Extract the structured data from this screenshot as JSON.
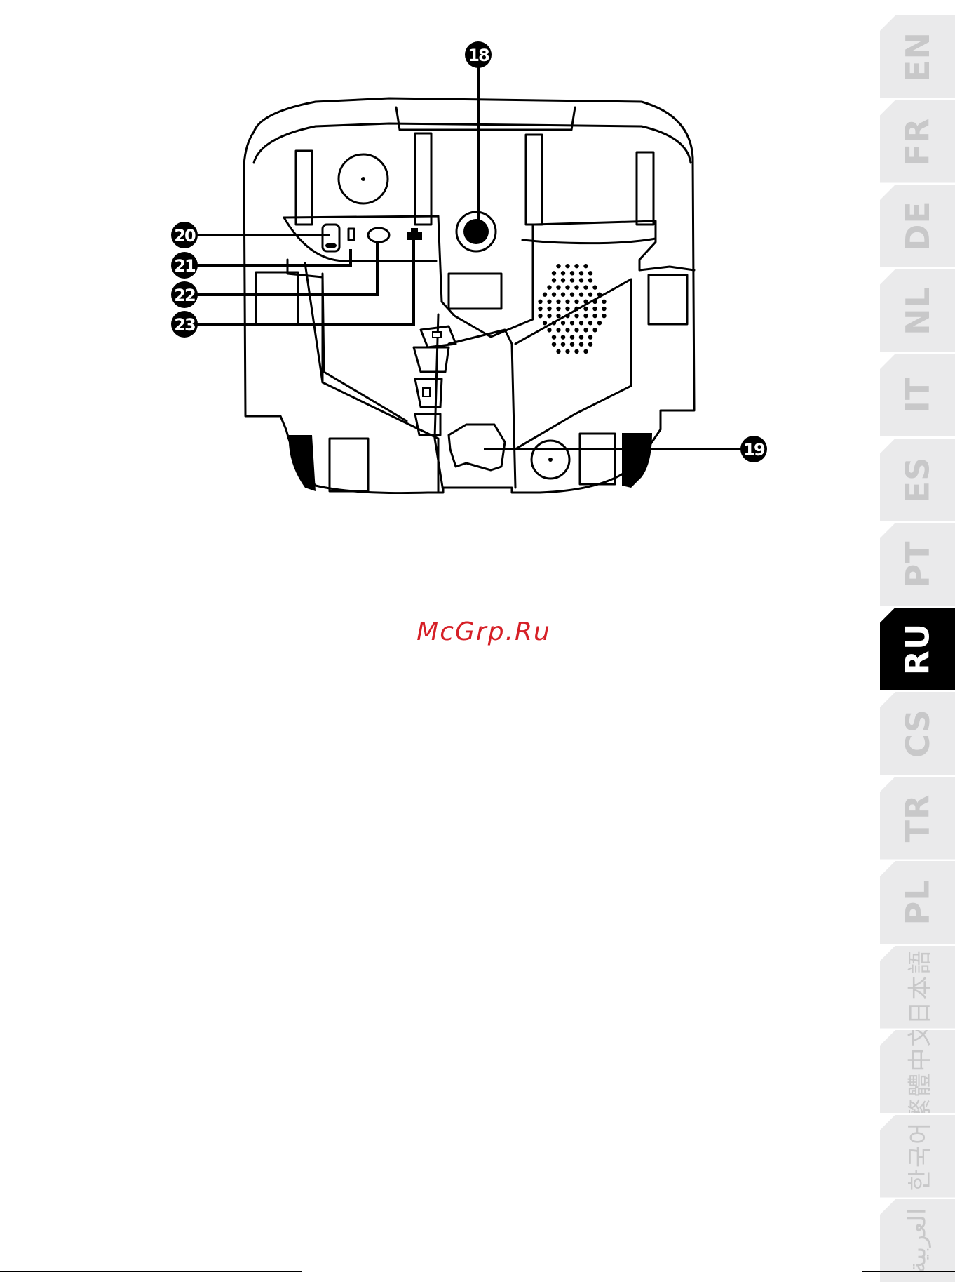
{
  "callouts": {
    "c18": "18",
    "c19": "19",
    "c20": "20",
    "c21": "21",
    "c22": "22",
    "c23": "23"
  },
  "watermark": "McGrp.Ru",
  "colors": {
    "watermark": "#d61f26",
    "tab_inactive": "#eaeaeb",
    "tab_inactive_text": "#c8c8c9",
    "tab_active": "#000000"
  },
  "language_tabs": [
    {
      "label": "EN",
      "active": false
    },
    {
      "label": "FR",
      "active": false
    },
    {
      "label": "DE",
      "active": false
    },
    {
      "label": "NL",
      "active": false
    },
    {
      "label": "IT",
      "active": false
    },
    {
      "label": "ES",
      "active": false
    },
    {
      "label": "PT",
      "active": false
    },
    {
      "label": "RU",
      "active": true
    },
    {
      "label": "CS",
      "active": false
    },
    {
      "label": "TR",
      "active": false
    },
    {
      "label": "PL",
      "active": false
    },
    {
      "label": "日本語",
      "active": false
    },
    {
      "label": "繁體中文",
      "active": false
    },
    {
      "label": "한국어",
      "active": false
    },
    {
      "label": "العربية",
      "active": false
    }
  ]
}
